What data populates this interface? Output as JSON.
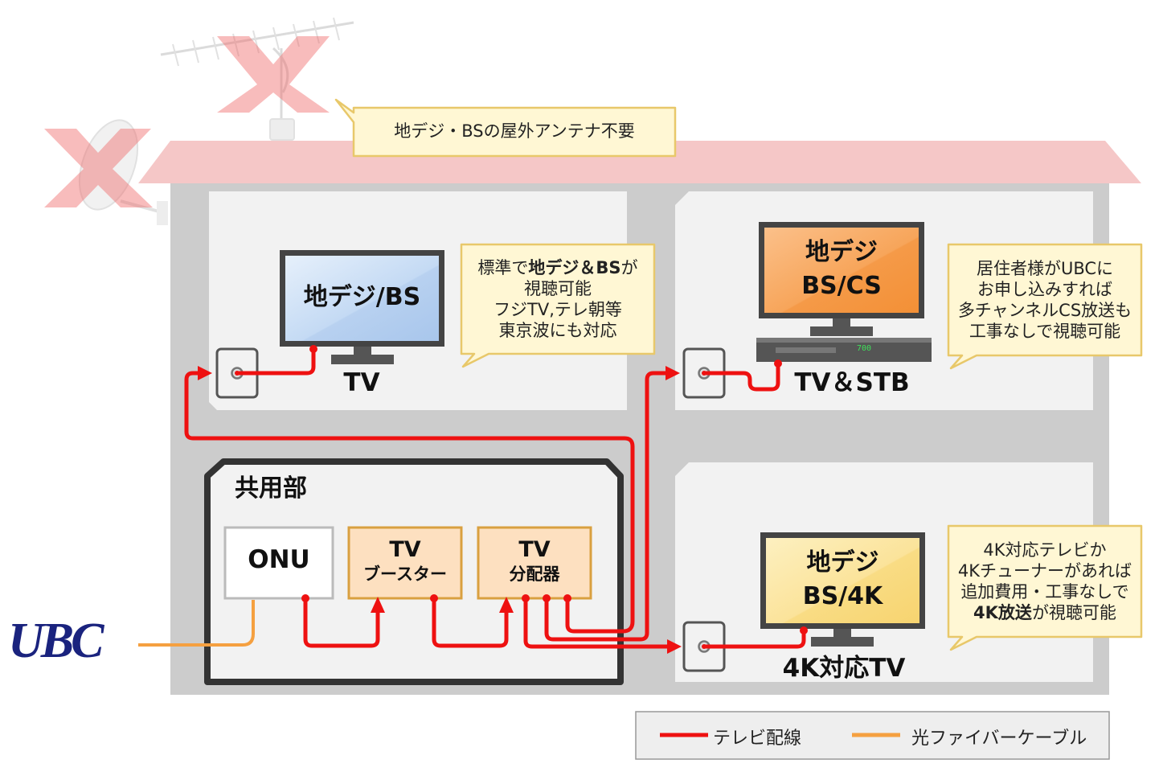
{
  "callouts": {
    "top": "地デジ・BSの屋外アンテナ不要",
    "room1": {
      "line1": "標準で",
      "bold1": "地デジ＆BS",
      "line1b": "が",
      "line2": "視聴可能",
      "line3": "フジTV,テレ朝等",
      "line4": "東京波にも対応"
    },
    "room2": {
      "line1": "居住者様がUBCに",
      "line2": "お申し込みすれば",
      "line3": "多チャンネルCS放送も",
      "line4": "工事なしで視聴可能"
    },
    "room3": {
      "line1": "4K対応テレビか",
      "line2": "4Kチューナーがあれば",
      "line3": "追加費用・工事なしで",
      "bold4": "4K放送",
      "line4b": "が視聴可能"
    }
  },
  "tvs": {
    "room1": {
      "screen": "地デジ/BS",
      "label": "TV"
    },
    "room2": {
      "screen_line1": "地デジ",
      "screen_line2": "BS/CS",
      "label": "TV＆STB",
      "stb_display": "700"
    },
    "room3": {
      "screen_line1": "地デジ",
      "screen_line2": "BS/4K",
      "label": "4K対応TV"
    }
  },
  "common_area": {
    "title": "共用部",
    "onu": "ONU",
    "booster_line1": "TV",
    "booster_line2": "ブースター",
    "splitter_line1": "TV",
    "splitter_line2": "分配器"
  },
  "provider_logo": "UBC",
  "legend": {
    "tv_wiring": "テレビ配線",
    "fiber": "光ファイバーケーブル"
  },
  "colors": {
    "tv_wiring": "#ee1111",
    "fiber": "#f5a040",
    "roof": "#f5c7c7",
    "wall": "#cccccc",
    "room": "#f2f2f2",
    "callout_fill": "#fff7d4",
    "callout_border": "#e8c86a",
    "screen_room1": "#c8ddf5",
    "screen_room2": "#f7a55a",
    "screen_room3": "#fbe39a",
    "box_fill": "#fde0c0",
    "box_border": "#d9a040",
    "logo": "#1a237e"
  }
}
